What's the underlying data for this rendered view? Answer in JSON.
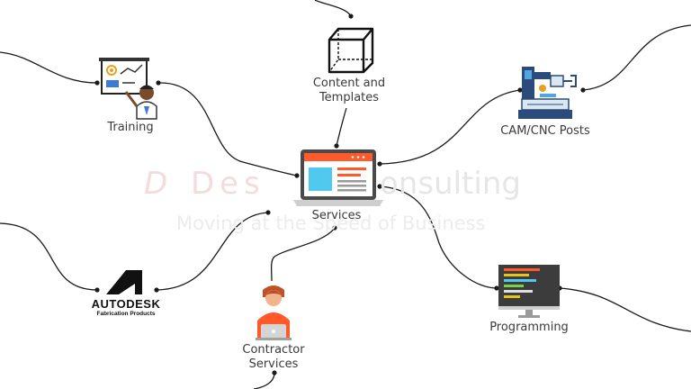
{
  "watermark": {
    "brand_d": "D",
    "brand_mid": "Des",
    "brand_tail": "onsulting",
    "tagline": "Moving at the Speed of Business"
  },
  "nodes": {
    "content": {
      "line1": "Content and",
      "line2": "Templates",
      "icon": "cube-icon"
    },
    "training": {
      "label": "Training",
      "icon": "presentation-icon"
    },
    "cam": {
      "label": "CAM/CNC Posts",
      "icon": "cnc-machine-icon"
    },
    "services": {
      "label": "Services",
      "icon": "laptop-icon"
    },
    "autodesk": {
      "line1": "AUTODESK",
      "line2": "Fabrication Products",
      "icon": "autodesk-logo"
    },
    "contractor": {
      "line1": "Contractor",
      "line2": "Services",
      "icon": "person-laptop-icon"
    },
    "programming": {
      "label": "Programming",
      "icon": "code-monitor-icon"
    }
  },
  "colors": {
    "line": "#1a1a1a",
    "text": "#3a3a3a",
    "accent_orange": "#ff5a2c",
    "screen_blue": "#50c8f0",
    "watermark": "#f4dcdc",
    "watermark_gray": "#e6e6e6"
  }
}
